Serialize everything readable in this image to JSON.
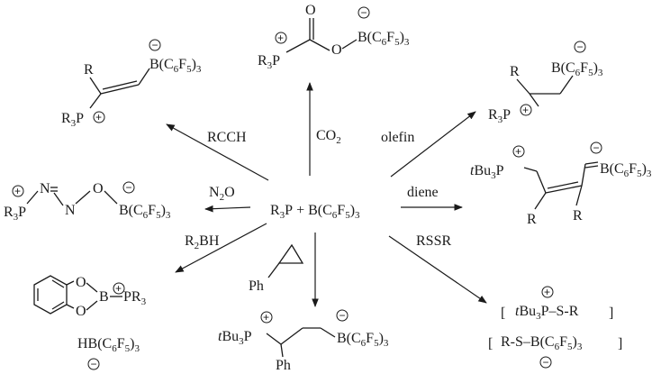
{
  "center": {
    "phosphine": "R",
    "p_sub": "3",
    "p_atom": "P",
    "plus": "+",
    "borane": "B(C",
    "b_sub1": "6",
    "b_f": "F",
    "b_sub2": "5",
    "b_close": ")",
    "b_sub3": "3"
  },
  "reagents": {
    "co2": "CO",
    "co2_sub": "2",
    "rcch": "RCCH",
    "olefin": "olefin",
    "n2o": "N",
    "n2o_sub": "2",
    "n2o_o": "O",
    "diene": "diene",
    "r2bh": "R",
    "r2bh_sub": "2",
    "r2bh_bh": "BH",
    "cyclopropane_ph": "Ph",
    "rssr": "RSSR"
  },
  "products": {
    "co2_product": {
      "r3p": "R",
      "r3p_sub": "3",
      "p": "P",
      "o_carbonyl": "O",
      "o": "O",
      "b": "B(C",
      "s1": "6",
      "f": "F",
      "s2": "5",
      "close": ")",
      "s3": "3"
    },
    "rcch_product": {
      "r": "R",
      "r3p": "R",
      "r3p_sub": "3",
      "p": "P",
      "b": "B(C",
      "s1": "6",
      "f": "F",
      "s2": "5",
      "close": ")",
      "s3": "3"
    },
    "olefin_product": {
      "r": "R",
      "r3p": "R",
      "r3p_sub": "3",
      "p": "P",
      "b": "B(C",
      "s1": "6",
      "f": "F",
      "s2": "5",
      "close": ")",
      "s3": "3"
    },
    "n2o_product": {
      "r3p": "R",
      "r3p_sub": "3",
      "p": "P",
      "n1": "N",
      "n2": "N",
      "o": "O",
      "b": "B(C",
      "s1": "6",
      "f": "F",
      "s2": "5",
      "close": ")",
      "s3": "3"
    },
    "diene_product": {
      "t": "t",
      "bu": "Bu",
      "bu_sub": "3",
      "p": "P",
      "r1": "R",
      "r2": "R",
      "b": "B(C",
      "s1": "6",
      "f": "F",
      "s2": "5",
      "close": ")",
      "s3": "3"
    },
    "r2bh_product": {
      "o1": "O",
      "o2": "O",
      "b": "B",
      "pr3": "PR",
      "pr3_sub": "3",
      "hb": "HB(C",
      "s1": "6",
      "f": "F",
      "s2": "5",
      "close": ")",
      "s3": "3"
    },
    "cyclopropane_product": {
      "t": "t",
      "bu": "Bu",
      "bu_sub": "3",
      "p": "P",
      "ph": "Ph",
      "b": "B(C",
      "s1": "6",
      "f": "F",
      "s2": "5",
      "close": ")",
      "s3": "3"
    },
    "rssr_product": {
      "line1_t": "t",
      "line1_bu": "Bu",
      "line1_sub": "3",
      "line1_rest": "P–S-R",
      "line2_a": "R-S–B(C",
      "line2_s1": "6",
      "line2_f": "F",
      "line2_s2": "5",
      "line2_close": ")",
      "line2_s3": "3",
      "open_bracket": "[",
      "close_bracket": "]"
    }
  },
  "charges": {
    "plus": "+",
    "minus": "−"
  }
}
